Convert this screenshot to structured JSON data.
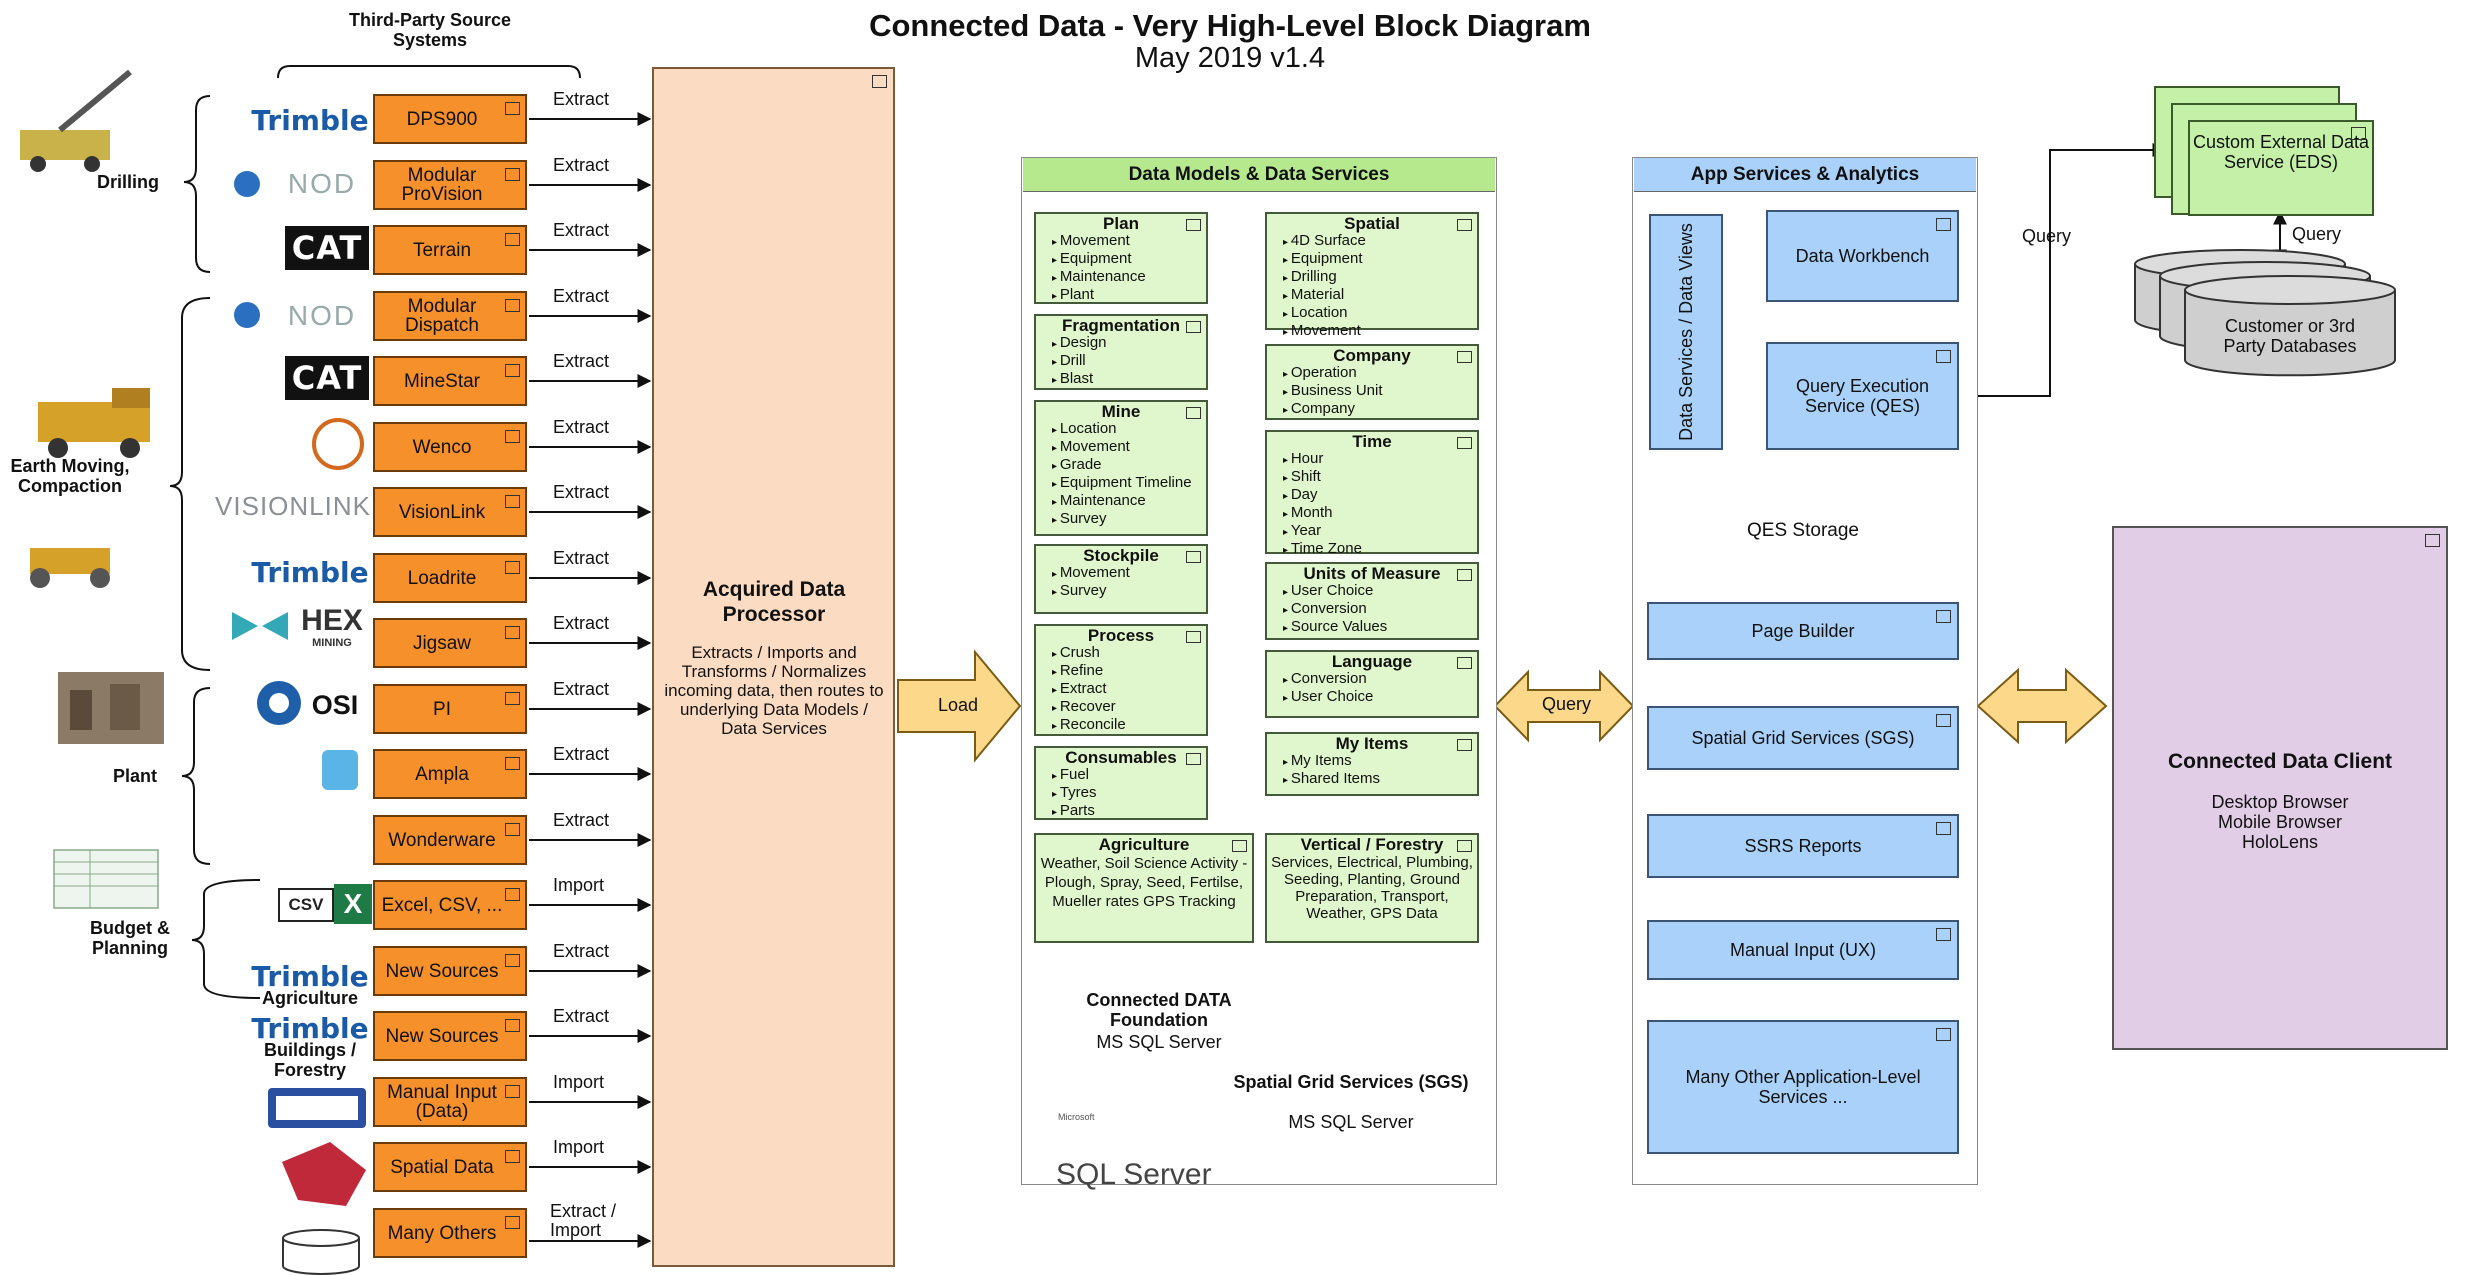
{
  "title": "Connected Data - Very High-Level Block Diagram",
  "subtitle": "May 2019 v1.4",
  "sources_header": "Third-Party Source Systems",
  "groups": {
    "drilling": "Drilling",
    "earth": "Earth Moving, Compaction",
    "plant": "Plant",
    "budget": "Budget & Planning",
    "agri": "Agriculture",
    "buildings": "Buildings / Forestry"
  },
  "logos": {
    "trimble": "Trimble",
    "nod": "NOD",
    "cat": "CAT",
    "visionlink": "VISIONLINK",
    "hex": "HEX",
    "hex_sub": "MINING",
    "osi": "OSI",
    "csv": "CSV",
    "x": "X"
  },
  "sources": [
    {
      "label": "DPS900",
      "action": "Extract"
    },
    {
      "label": "Modular ProVision",
      "action": "Extract"
    },
    {
      "label": "Terrain",
      "action": "Extract"
    },
    {
      "label": "Modular Dispatch",
      "action": "Extract"
    },
    {
      "label": "MineStar",
      "action": "Extract"
    },
    {
      "label": "Wenco",
      "action": "Extract"
    },
    {
      "label": "VisionLink",
      "action": "Extract"
    },
    {
      "label": "Loadrite",
      "action": "Extract"
    },
    {
      "label": "Jigsaw",
      "action": "Extract"
    },
    {
      "label": "PI",
      "action": "Extract"
    },
    {
      "label": "Ampla",
      "action": "Extract"
    },
    {
      "label": "Wonderware",
      "action": "Extract"
    },
    {
      "label": "Excel, CSV, ...",
      "action": "Import"
    },
    {
      "label": "New Sources",
      "action": "Extract"
    },
    {
      "label": "New Sources",
      "action": "Extract"
    },
    {
      "label": "Manual Input (Data)",
      "action": "Import"
    },
    {
      "label": "Spatial Data",
      "action": "Import"
    },
    {
      "label": "Many Others",
      "action": "Extract / Import"
    }
  ],
  "processor": {
    "title": "Acquired Data Processor",
    "desc": "Extracts / Imports and Transforms / Normalizes incoming data, then routes to underlying Data Models / Data Services"
  },
  "load": "Load",
  "query_arrow": "Query",
  "models": {
    "header": "Data Models & Data Services",
    "left": [
      {
        "title": "Plan",
        "items": [
          "Movement",
          "Equipment",
          "Maintenance",
          "Plant"
        ]
      },
      {
        "title": "Fragmentation",
        "items": [
          "Design",
          "Drill",
          "Blast"
        ]
      },
      {
        "title": "Mine",
        "items": [
          "Location",
          "Movement",
          "Grade",
          "Equipment Timeline",
          "Maintenance",
          "Survey"
        ]
      },
      {
        "title": "Stockpile",
        "items": [
          "Movement",
          "Survey"
        ]
      },
      {
        "title": "Process",
        "items": [
          "Crush",
          "Refine",
          "Extract",
          "Recover",
          "Reconcile"
        ]
      },
      {
        "title": "Consumables",
        "items": [
          "Fuel",
          "Tyres",
          "Parts"
        ]
      }
    ],
    "right": [
      {
        "title": "Spatial",
        "items": [
          "4D Surface",
          "Equipment",
          "Drilling",
          "Material",
          "Location",
          "Movement"
        ]
      },
      {
        "title": "Company",
        "items": [
          "Operation",
          "Business Unit",
          "Company"
        ]
      },
      {
        "title": "Time",
        "items": [
          "Hour",
          "Shift",
          "Day",
          "Month",
          "Year",
          "Time Zone"
        ]
      },
      {
        "title": "Units of Measure",
        "items": [
          "User Choice",
          "Conversion",
          "Source Values"
        ]
      },
      {
        "title": "Language",
        "items": [
          "Conversion",
          "User Choice"
        ]
      },
      {
        "title": "My Items",
        "items": [
          "My Items",
          "Shared Items"
        ]
      }
    ],
    "agri": {
      "title": "Agriculture",
      "text": "Weather, Soil Science Activity - Plough, Spray, Seed, Fertilse, Mueller rates GPS Tracking"
    },
    "forestry": {
      "title": "Vertical / Forestry",
      "text": "Services, Electrical, Plumbing, Seeding, Planting, Ground Preparation, Transport, Weather, GPS Data"
    },
    "db1": {
      "title": "Connected DATA Foundation",
      "sub": "MS SQL Server"
    },
    "db2": {
      "title": "Spatial Grid Services (SGS)",
      "sub": "MS SQL Server"
    },
    "sql_logo": "SQL Server",
    "sql_logo_small": "Microsoft"
  },
  "app": {
    "header": "App Services & Analytics",
    "views": "Data Services / Data Views",
    "workbench": "Data Workbench",
    "qes": "Query Execution Service (QES)",
    "qes_storage": "QES Storage",
    "services": [
      "Page Builder",
      "Spatial Grid Services (SGS)",
      "SSRS Reports",
      "Manual Input (UX)",
      "Many Other Application-Level Services ..."
    ]
  },
  "external": {
    "eds": "Custom External Data Service (EDS)",
    "query1": "Query",
    "query2": "Query",
    "db": "Customer or 3rd Party Databases"
  },
  "client": {
    "title": "Connected Data Client",
    "lines": [
      "Desktop Browser",
      "Mobile Browser",
      "HoloLens"
    ]
  },
  "colors": {
    "source": "#f6902a",
    "processor": "#fbdcc3",
    "model": "#e0f6cc",
    "app": "#a9d1fa",
    "client": "#e2cde6",
    "arrow": "#fbd88a"
  }
}
